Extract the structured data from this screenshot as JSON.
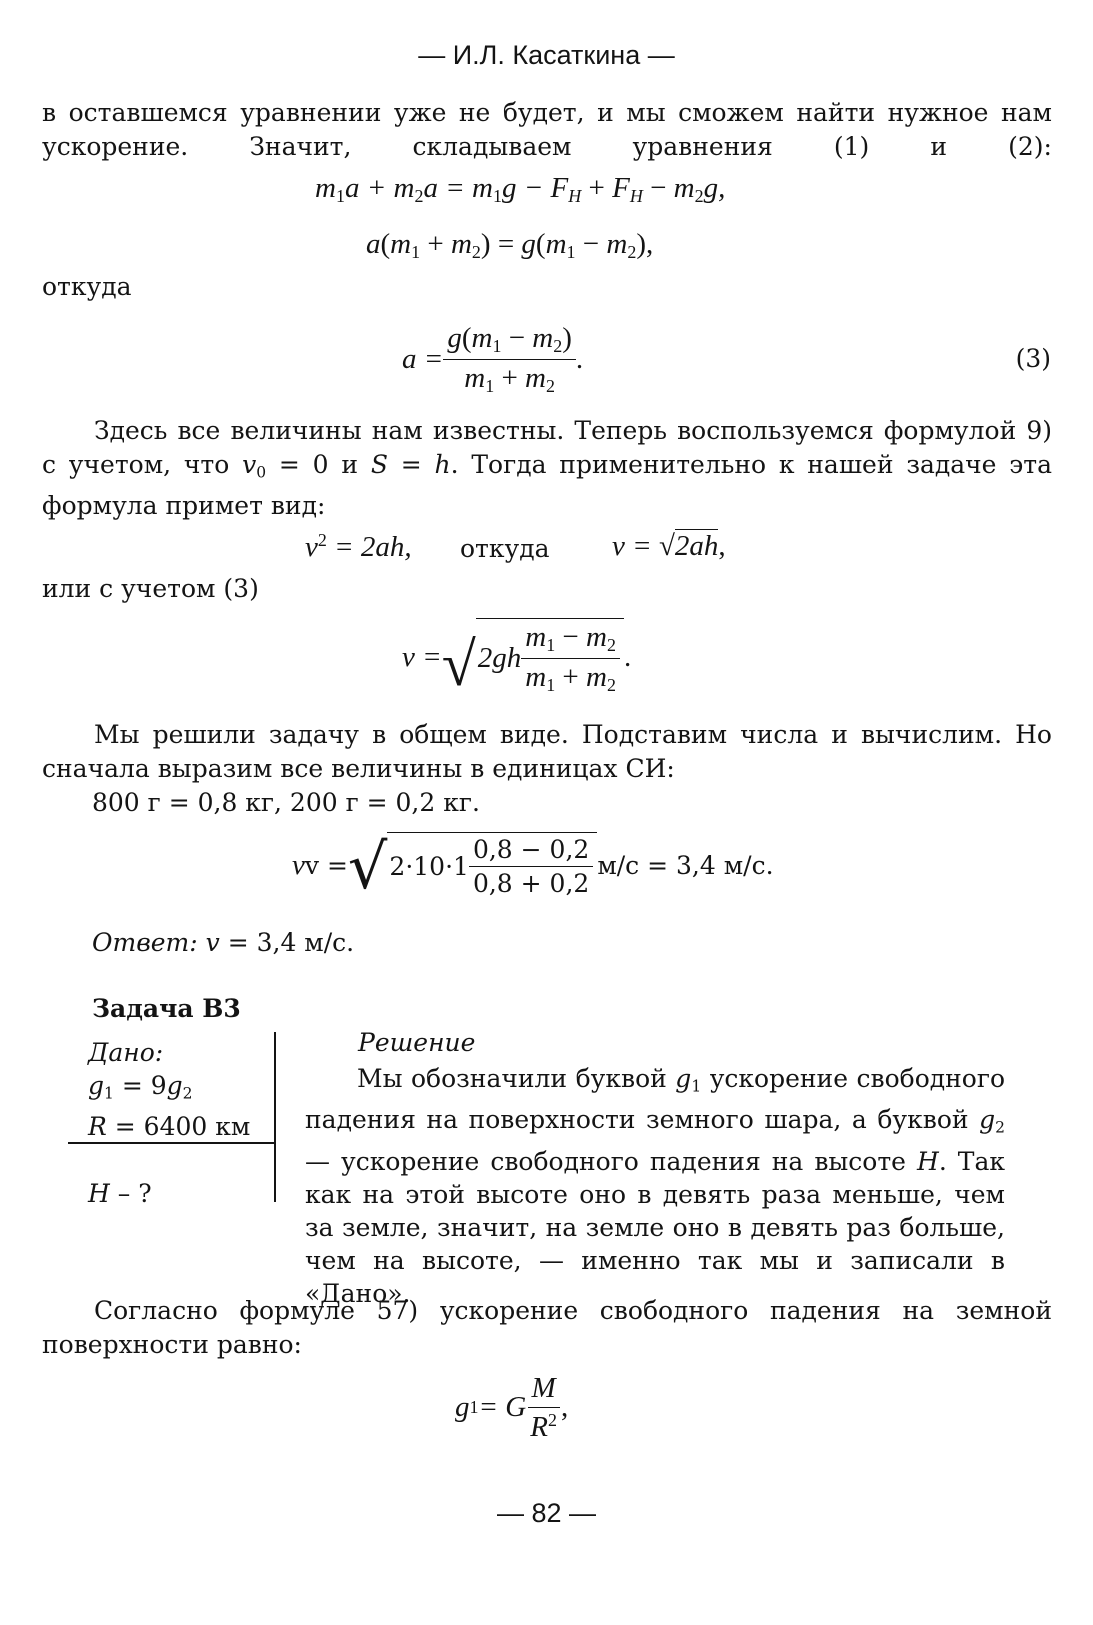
{
  "header": "— И.Л. Касаткина —",
  "p1": "в оставшемся уравнении уже не будет, и мы сможем найти нужное нам ускорение. Значит, складываем уравнения (1) и (2):",
  "eq1": {
    "m1": "m",
    "s1": "1",
    "a1": "a + ",
    "m2": "m",
    "s2": "2",
    "a2": "a = ",
    "m3": "m",
    "s3": "1",
    "g1": "g − ",
    "F1": "F",
    "H1": "H",
    "p": " + ",
    "F2": "F",
    "H2": "H",
    "mn": " − ",
    "m4": "m",
    "s4": "2",
    "g2": "g,"
  },
  "eq2": {
    "a": "a",
    "lp": "(",
    "m1": "m",
    "s1": "1",
    "pl": " + ",
    "m2": "m",
    "s2": "2",
    "rp": ") = ",
    "g": "g",
    "lp2": "(",
    "m3": "m",
    "s3": "1",
    "mi": " − ",
    "m4": "m",
    "s4": "2",
    "rp2": "),"
  },
  "otkuda1": "откуда",
  "eq3": {
    "lhs": "a = ",
    "num_g": "g",
    "num_l": "(",
    "num_m1": "m",
    "num_s1": "1",
    "num_mi": " − ",
    "num_m2": "m",
    "num_s2": "2",
    "num_r": ")",
    "den_m1": "m",
    "den_s1": "1",
    "den_pl": " + ",
    "den_m2": "m",
    "den_s2": "2",
    "end": ".",
    "number": "(3)"
  },
  "p2_a": "Здесь все величины нам известны. Теперь воспользуемся формулой 9) с учетом, что ",
  "p2_v0": "v",
  "p2_v0s": "0",
  "p2_b": " = 0 и ",
  "p2_S": "S",
  "p2_c": " = ",
  "p2_h": "h",
  "p2_d": ". Тогда применительно к нашей задаче эта формула примет вид:",
  "eq4": {
    "v": "v",
    "sup": "2",
    "rhs": " = 2ah,",
    "mid": "откуда",
    "v2": "v = ",
    "rad": "√",
    "arg": "2ah",
    "end": ","
  },
  "with3": "или с учетом (3)",
  "eq5": {
    "lhs": "v = ",
    "rad": "√",
    "pre": "2gh",
    "n_m1": "m",
    "n_s1": "1",
    "n_mi": " − ",
    "n_m2": "m",
    "n_s2": "2",
    "d_m1": "m",
    "d_s1": "1",
    "d_pl": " + ",
    "d_m2": "m",
    "d_s2": "2",
    "end": "."
  },
  "p3": "Мы решили задачу в общем виде. Подставим числа и вычислим. Но сначала выразим все величины в единицах СИ:",
  "p4": "800 г = 0,8 кг, 200 г = 0,2 кг.",
  "eq6": {
    "lhs": "v = ",
    "rad": "√",
    "pre": "2·10·1",
    "num": "0,8 − 0,2",
    "den": "0,8 + 0,2",
    "rhs": " м/с = 3,4 м/с."
  },
  "answer_label": "Ответ:",
  "answer_v": " v",
  "answer_val": " = 3,4 м/с.",
  "task_title": "Задача В3",
  "given": {
    "label": "Дано:",
    "g1": "g",
    "s1": "1",
    "eq": " = 9",
    "g2": "g",
    "s2": "2",
    "R": "R",
    "Rval": " = 6400 км",
    "H": "H",
    "Hq": " – ?"
  },
  "solution_label": "Решение",
  "sol_a": "Мы обозначили буквой ",
  "sol_g1": "g",
  "sol_s1": "1",
  "sol_b": " ускорение свободного падения на поверхности земного шара, а буквой ",
  "sol_g2": "g",
  "sol_s2": "2",
  "sol_c": " — ускорение свободного падения на высоте ",
  "sol_H": "H",
  "sol_d": ". Так как на этой высоте оно в девять раза меньше, чем за земле, значит, на земле оно в девять раз больше, чем на высоте, — именно так мы и записали в «Дано».",
  "p5": "Согласно формуле 57) ускорение свободного падения на земной поверхности равно:",
  "eq7": {
    "g": "g",
    "s": "1",
    "eq": " = G",
    "num": "M",
    "den": "R",
    "dsup": "2",
    "end": ","
  },
  "page_number": "— 82 —"
}
